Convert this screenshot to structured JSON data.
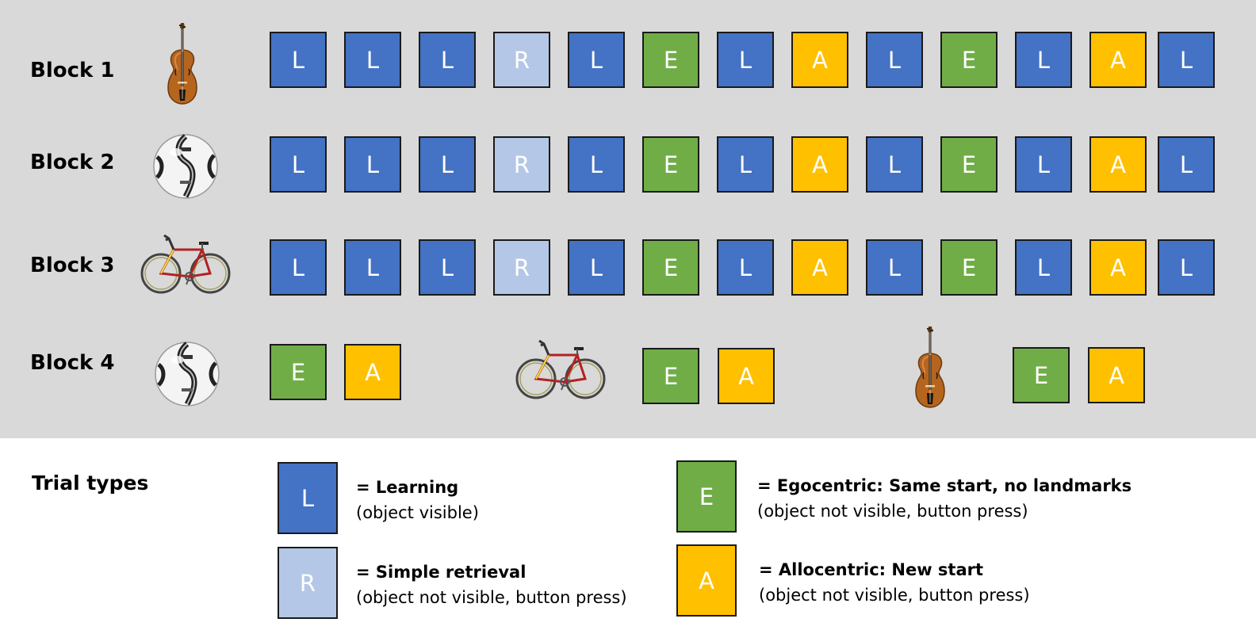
{
  "colors": {
    "L": "#4472c4",
    "R": "#b4c7e7",
    "E": "#70ad47",
    "A": "#ffc000"
  },
  "blocks": [
    {
      "label": "Block 1",
      "object": "violin",
      "trials": [
        "L",
        "L",
        "L",
        "R",
        "L",
        "E",
        "L",
        "A",
        "L",
        "E",
        "L",
        "A",
        "L"
      ]
    },
    {
      "label": "Block 2",
      "object": "soccer-ball",
      "trials": [
        "L",
        "L",
        "L",
        "R",
        "L",
        "E",
        "L",
        "A",
        "L",
        "E",
        "L",
        "A",
        "L"
      ]
    },
    {
      "label": "Block 3",
      "object": "bicycle",
      "trials": [
        "L",
        "L",
        "L",
        "R",
        "L",
        "E",
        "L",
        "A",
        "L",
        "E",
        "L",
        "A",
        "L"
      ]
    },
    {
      "label": "Block 4",
      "object": "soccer-ball",
      "groups": [
        {
          "object": "soccer-ball",
          "trials": [
            "E",
            "A"
          ]
        },
        {
          "object": "bicycle",
          "trials": [
            "E",
            "A"
          ]
        },
        {
          "object": "violin",
          "trials": [
            "E",
            "A"
          ]
        }
      ]
    }
  ],
  "legend": {
    "title": "Trial types",
    "items": [
      {
        "letter": "L",
        "name": "= Learning",
        "desc": "(object visible)"
      },
      {
        "letter": "R",
        "name": "= Simple retrieval",
        "desc": "(object not visible, button press)"
      },
      {
        "letter": "E",
        "name": "= Egocentric: Same start, no landmarks",
        "desc": "(object not visible, button press)"
      },
      {
        "letter": "A",
        "name": "= Allocentric: New start",
        "desc": "(object not visible, button press)"
      }
    ]
  }
}
